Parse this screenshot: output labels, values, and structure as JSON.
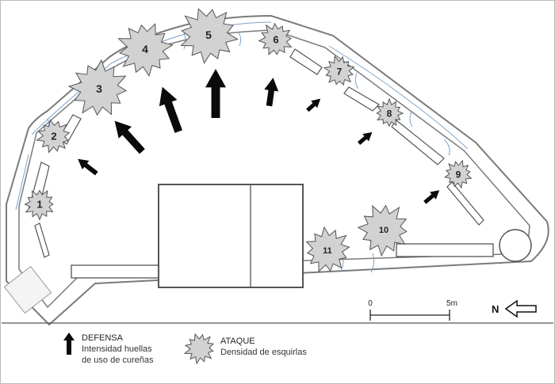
{
  "bursts": [
    {
      "label": "1"
    },
    {
      "label": "2"
    },
    {
      "label": "3"
    },
    {
      "label": "4"
    },
    {
      "label": "5"
    },
    {
      "label": "6"
    },
    {
      "label": "7"
    },
    {
      "label": "8"
    },
    {
      "label": "9"
    },
    {
      "label": "10"
    },
    {
      "label": "11"
    }
  ],
  "scale": {
    "start": "0",
    "end": "5m"
  },
  "north": {
    "label": "N"
  },
  "legend": {
    "defense_title": "DEFENSA",
    "defense_line1": "Intensidad huellas",
    "defense_line2": "de uso  de cureñas",
    "attack_title": "ATAQUE",
    "attack_line1": "Densidad de esquirlas"
  },
  "colors": {
    "stroke": "#555555",
    "fill_gray": "#d2d2d2",
    "arrow": "#0a0a0a",
    "crack": "#7fa3c8"
  }
}
